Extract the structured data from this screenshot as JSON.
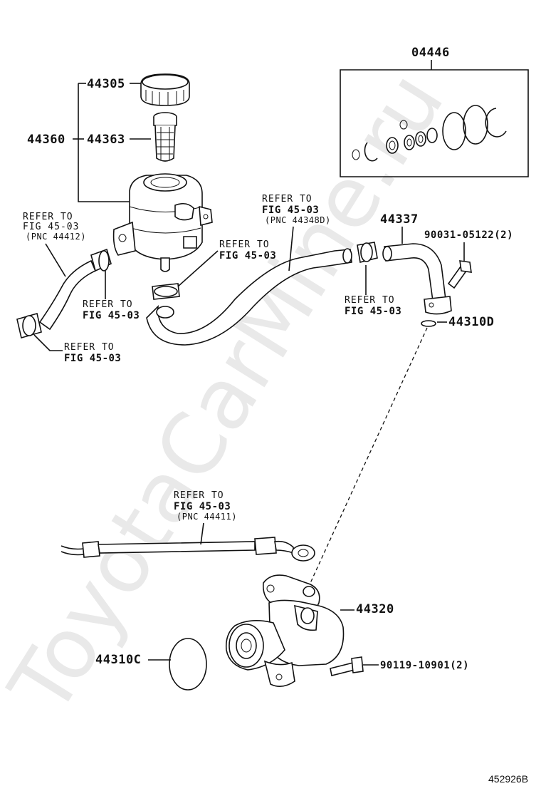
{
  "watermark": "ToyotaCarMine.ru",
  "figure_code": "452926B",
  "refer_line": "REFER TO",
  "parts": {
    "p04446": "04446",
    "p44305": "44305",
    "p44360": "44360",
    "p44363": "44363",
    "p44337": "44337",
    "p90031": "90031-05122(2)",
    "p44310D": "44310D",
    "p44320": "44320",
    "p44310C": "44310C",
    "p90119": "90119-10901(2)"
  },
  "refs": {
    "left_hose": {
      "fig": "FIG 45-03",
      "pnc": "(PNC 44412)"
    },
    "clamp_left": {
      "fig": "FIG 45-03"
    },
    "clamp_bottom_left": {
      "fig": "FIG 45-03"
    },
    "reservoir_clamp": {
      "fig": "FIG 45-03"
    },
    "middle_hose": {
      "fig": "FIG 45-03",
      "pnc": "(PNC 44348D)"
    },
    "right_clamp": {
      "fig": "FIG 45-03"
    },
    "pressure_tube": {
      "fig": "FIG 45-03",
      "pnc": "(PNC 44411)"
    }
  }
}
